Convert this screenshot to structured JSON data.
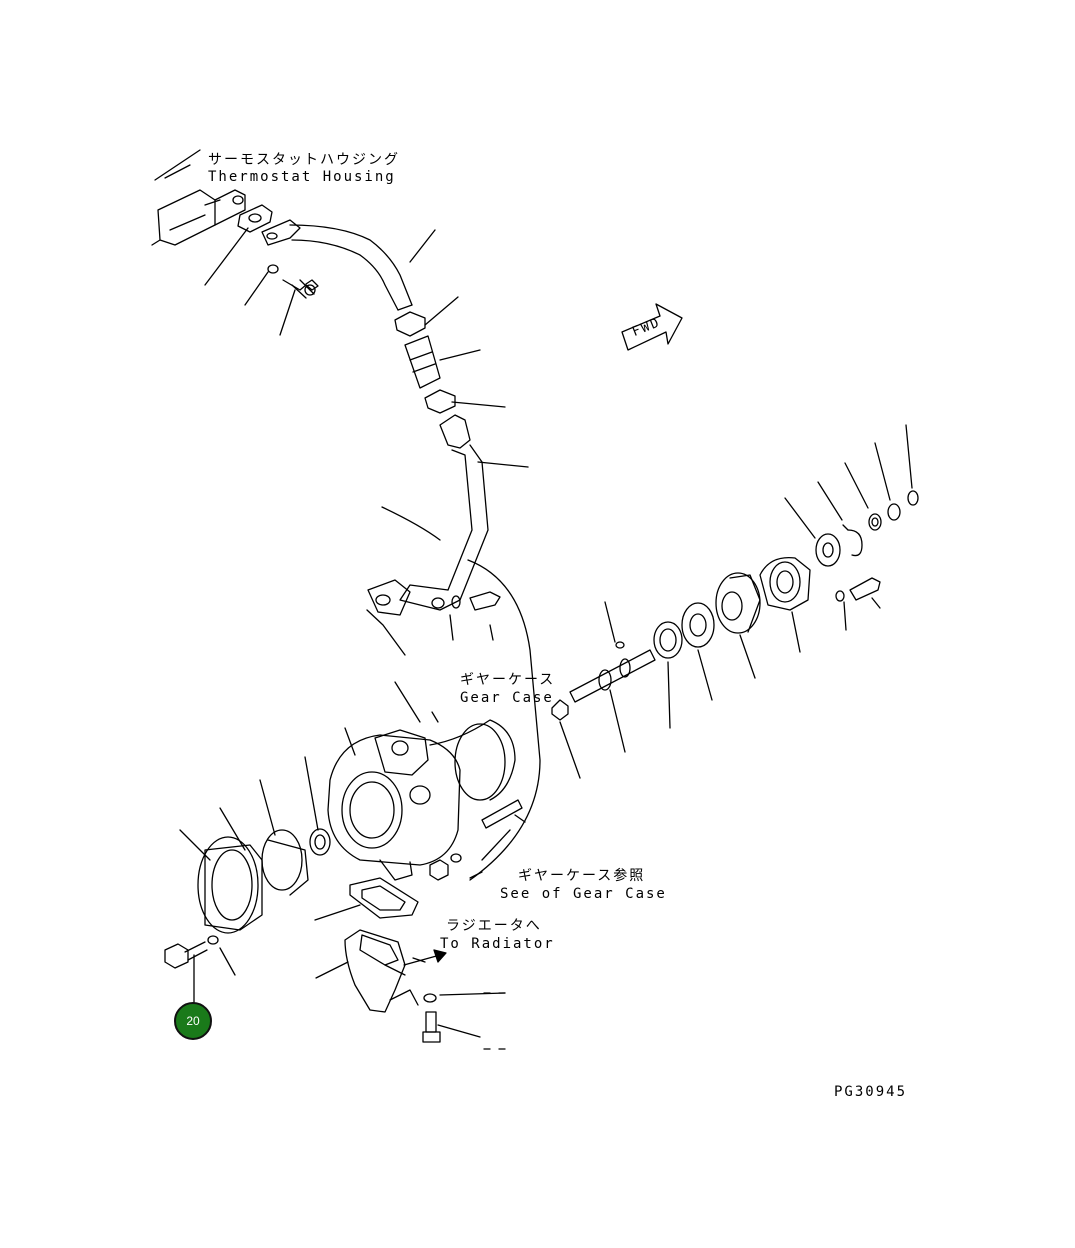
{
  "labels": {
    "thermostat_jp": "サーモスタットハウジング",
    "thermostat_en": "Thermostat Housing",
    "gear_case_jp": "ギヤーケース",
    "gear_case_en": "Gear Case",
    "see_gear_case_jp": "ギヤーケース参照",
    "see_gear_case_en": "See of Gear Case",
    "radiator_jp": "ラジエータへ",
    "radiator_en": "To Radiator",
    "fwd": "FWD",
    "drawing_no": "PG30945"
  },
  "callout": {
    "number": "20",
    "color": "#1a7a1a"
  }
}
